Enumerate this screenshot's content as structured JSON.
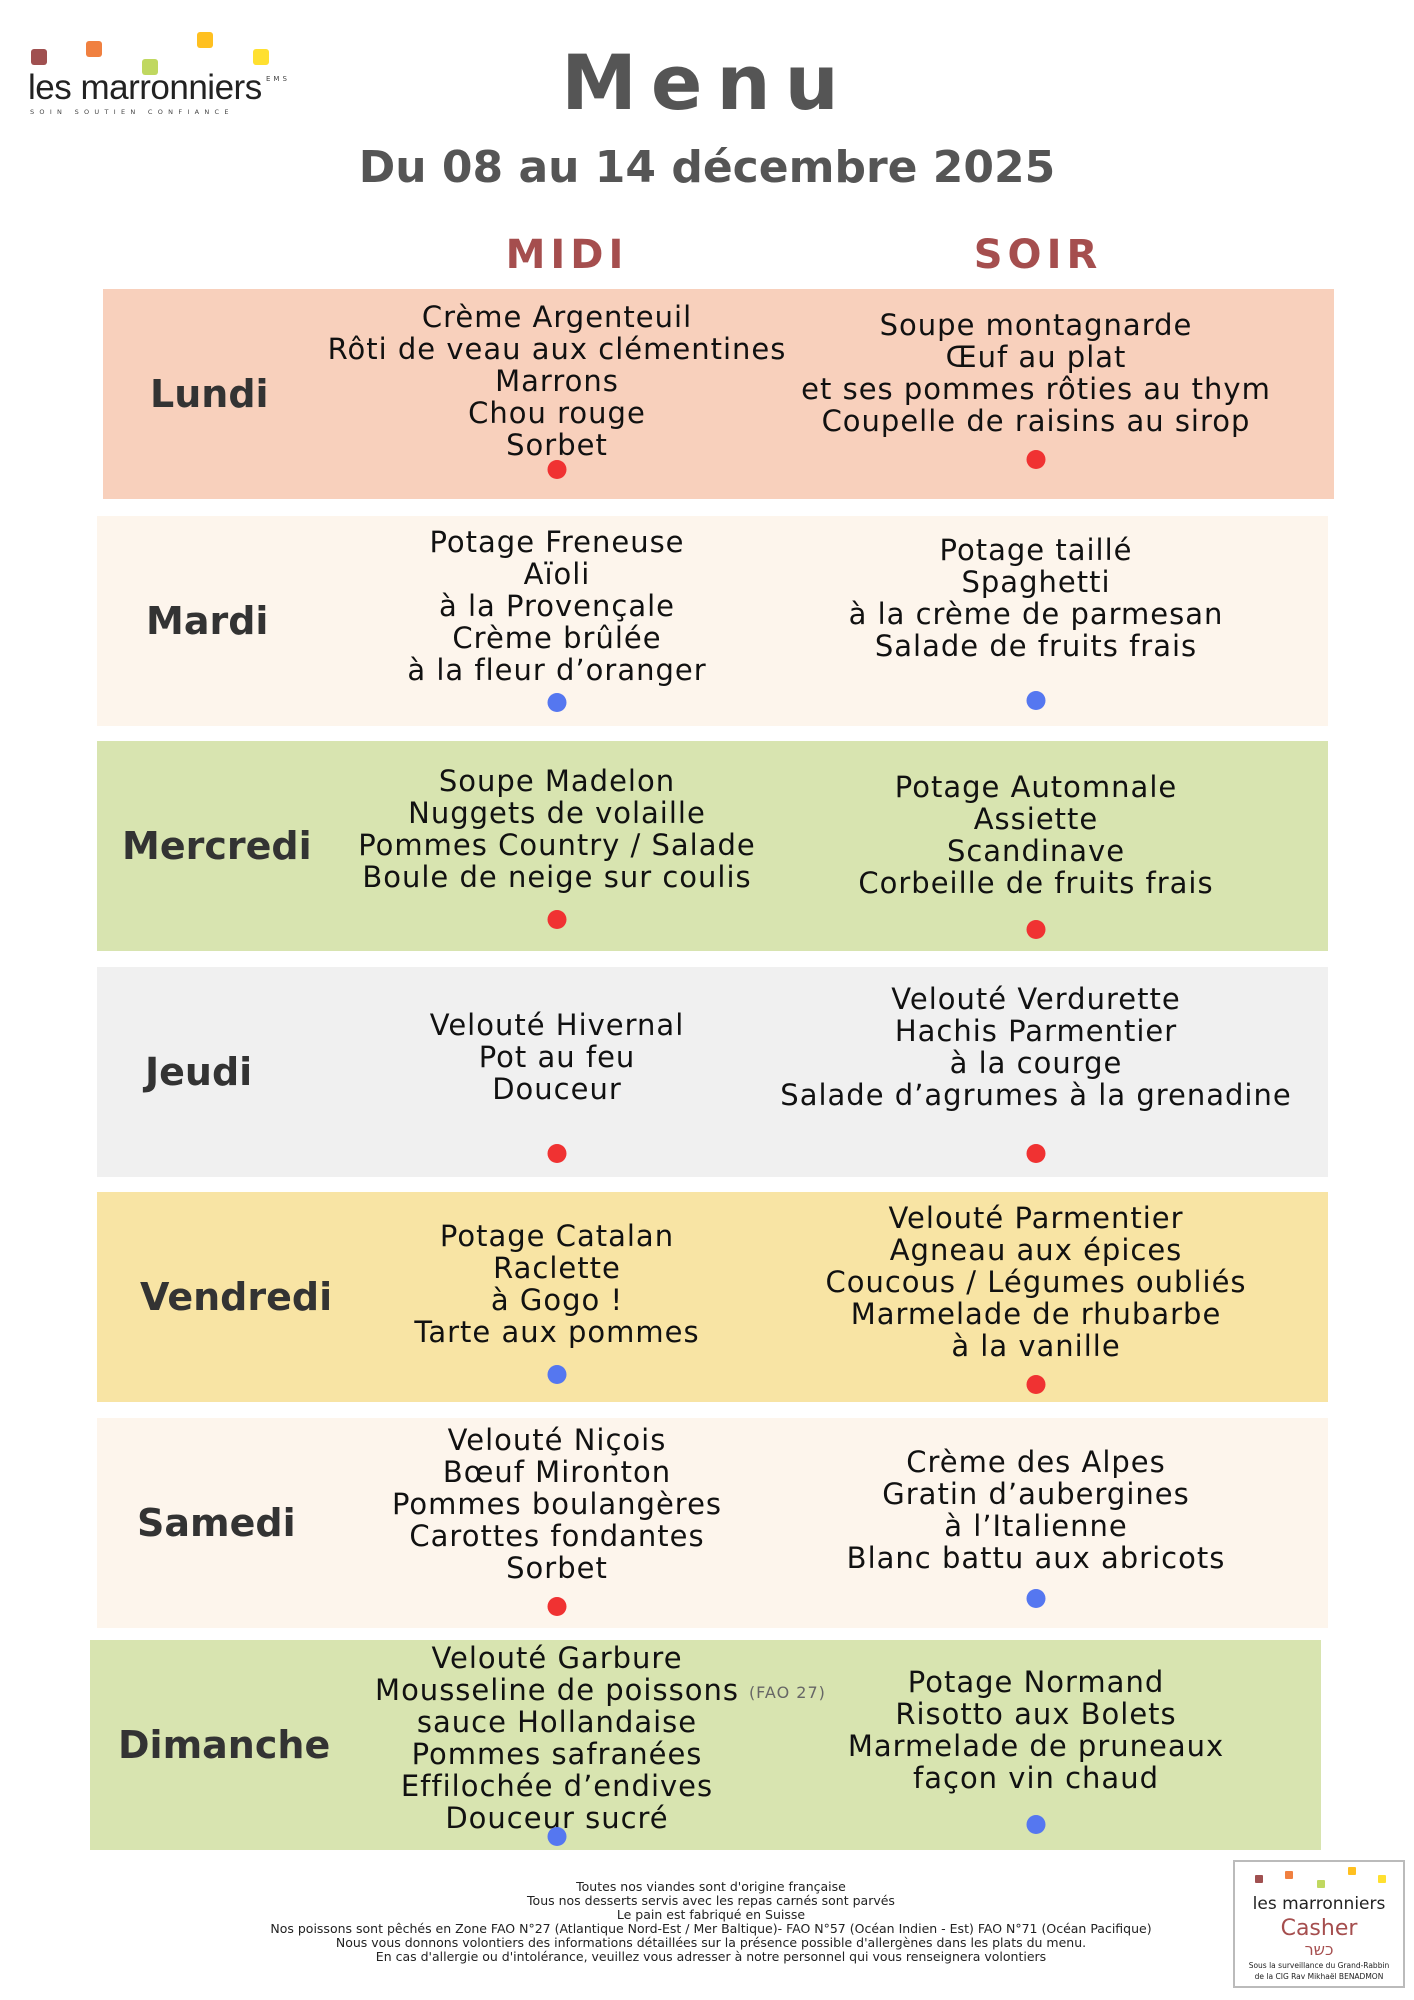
{
  "logo": {
    "name": "les marronniers",
    "ems": "EMS",
    "tagline": "SOIN SOUTIEN CONFIANCE",
    "square_colors": [
      "#a05050",
      "#f08040",
      "#c0d860",
      "#ffc020",
      "#ffe030"
    ]
  },
  "title": "Menu",
  "subtitle": "Du 08 au 14 décembre 2025",
  "columns": {
    "midi": "MIDI",
    "soir": "SOIR"
  },
  "legend_colors": {
    "red": "#f03232",
    "blue": "#5577f0"
  },
  "days": [
    {
      "day": "Lundi",
      "bg": "#f8d0bc",
      "midi": [
        "Crème Argenteuil",
        "Rôti de veau aux clémentines",
        "Marrons",
        "Chou rouge",
        "Sorbet"
      ],
      "midi_dot": "red",
      "soir": [
        "Soupe montagnarde",
        "Œuf au plat",
        "et ses pommes rôties au thym",
        "Coupelle de raisins au sirop"
      ],
      "soir_dot": "red"
    },
    {
      "day": "Mardi",
      "bg": "#fdf5ec",
      "midi": [
        "Potage Freneuse",
        "Aïoli",
        "à la Provençale",
        "Crème brûlée",
        "à la fleur d’oranger"
      ],
      "midi_dot": "blue",
      "soir": [
        "Potage taillé",
        "Spaghetti",
        "à la crème de parmesan",
        "Salade de fruits frais"
      ],
      "soir_dot": "blue"
    },
    {
      "day": "Mercredi",
      "bg": "#d8e4b0",
      "midi": [
        "Soupe Madelon",
        "Nuggets de volaille",
        "Pommes Country / Salade",
        "Boule de neige sur coulis"
      ],
      "midi_dot": "red",
      "soir": [
        "Potage Automnale",
        "Assiette",
        "Scandinave",
        "Corbeille de fruits frais"
      ],
      "soir_dot": "red"
    },
    {
      "day": "Jeudi",
      "bg": "#f0f0f0",
      "midi": [
        "Velouté Hivernal",
        "Pot au feu",
        "Douceur"
      ],
      "midi_dot": "red",
      "soir": [
        "Velouté Verdurette",
        "Hachis Parmentier",
        "à la courge",
        "Salade d’agrumes à la grenadine"
      ],
      "soir_dot": "red"
    },
    {
      "day": "Vendredi",
      "bg": "#f8e4a4",
      "midi": [
        "Potage Catalan",
        "Raclette",
        "à Gogo !",
        "Tarte aux pommes"
      ],
      "midi_dot": "blue",
      "soir": [
        "Velouté Parmentier",
        "Agneau aux épices",
        "Coucous / Légumes oubliés",
        "Marmelade de rhubarbe",
        "à la vanille"
      ],
      "soir_dot": "red"
    },
    {
      "day": "Samedi",
      "bg": "#fdf5ec",
      "midi": [
        "Velouté Niçois",
        "Bœuf Mironton",
        "Pommes boulangères",
        "Carottes fondantes",
        "Sorbet"
      ],
      "midi_dot": "red",
      "soir": [
        "Crème des Alpes",
        "Gratin d’aubergines",
        "à l’Italienne",
        "Blanc battu aux abricots"
      ],
      "soir_dot": "blue"
    },
    {
      "day": "Dimanche",
      "bg": "#d8e4b0",
      "midi": [
        "Velouté Garbure",
        "Mousseline de poissons",
        "sauce Hollandaise",
        "Pommes safranées",
        "Effilochée d’endives",
        "Douceur sucré"
      ],
      "midi_note": "(FAO  27)",
      "midi_dot": "blue",
      "soir": [
        "Potage Normand",
        "Risotto aux Bolets",
        "Marmelade de pruneaux",
        "façon vin chaud"
      ],
      "soir_dot": "blue"
    }
  ],
  "footer": [
    "Toutes nos viandes sont d'origine française",
    "Tous nos desserts servis avec les repas carnés sont parvés",
    "Le pain est fabriqué en Suisse",
    "Nos poissons sont pêchés en Zone FAO N°27 (Atlantique Nord-Est / Mer Baltique)- FAO N°57 (Océan Indien - Est) FAO N°71 (Océan Pacifique)",
    "Nous vous donnons volontiers des informations détaillées sur la présence possible d'allergènes dans les plats du menu.",
    "En cas d'allergie ou d'intolérance, veuillez vous adresser à notre personnel qui vous renseignera volontiers"
  ],
  "casher": {
    "name": "les marronniers",
    "title": "Casher",
    "hebrew": "כשר",
    "note_1": "Sous la surveillance du Grand-Rabbin",
    "note_2": "de la CIG Rav Mikhaël BENADMON"
  }
}
